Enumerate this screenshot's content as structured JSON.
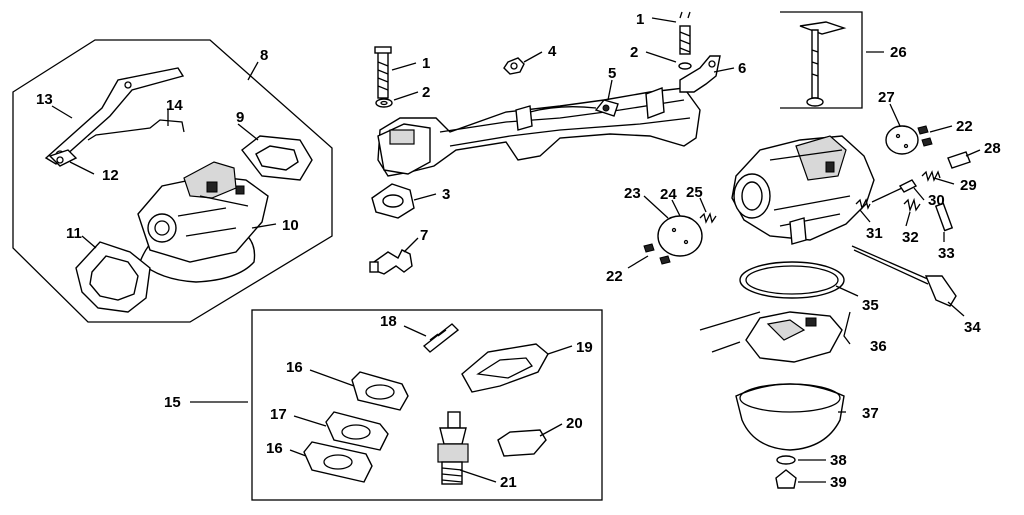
{
  "diagram": {
    "callouts": [
      {
        "id": "c8",
        "label": "8"
      },
      {
        "id": "c13",
        "label": "13"
      },
      {
        "id": "c14",
        "label": "14"
      },
      {
        "id": "c9",
        "label": "9"
      },
      {
        "id": "c12",
        "label": "12"
      },
      {
        "id": "c10",
        "label": "10"
      },
      {
        "id": "c11",
        "label": "11"
      },
      {
        "id": "c1a",
        "label": "1"
      },
      {
        "id": "c2a",
        "label": "2"
      },
      {
        "id": "c3",
        "label": "3"
      },
      {
        "id": "c7",
        "label": "7"
      },
      {
        "id": "c4",
        "label": "4"
      },
      {
        "id": "c5",
        "label": "5"
      },
      {
        "id": "c1b",
        "label": "1"
      },
      {
        "id": "c2b",
        "label": "2"
      },
      {
        "id": "c6",
        "label": "6"
      },
      {
        "id": "c26",
        "label": "26"
      },
      {
        "id": "c27",
        "label": "27"
      },
      {
        "id": "c22a",
        "label": "22"
      },
      {
        "id": "c28",
        "label": "28"
      },
      {
        "id": "c29",
        "label": "29"
      },
      {
        "id": "c30",
        "label": "30"
      },
      {
        "id": "c23",
        "label": "23"
      },
      {
        "id": "c24",
        "label": "24"
      },
      {
        "id": "c25",
        "label": "25"
      },
      {
        "id": "c22b",
        "label": "22"
      },
      {
        "id": "c31",
        "label": "31"
      },
      {
        "id": "c32",
        "label": "32"
      },
      {
        "id": "c33",
        "label": "33"
      },
      {
        "id": "c35",
        "label": "35"
      },
      {
        "id": "c34",
        "label": "34"
      },
      {
        "id": "c36",
        "label": "36"
      },
      {
        "id": "c37",
        "label": "37"
      },
      {
        "id": "c38",
        "label": "38"
      },
      {
        "id": "c39",
        "label": "39"
      },
      {
        "id": "c18",
        "label": "18"
      },
      {
        "id": "c19",
        "label": "19"
      },
      {
        "id": "c16a",
        "label": "16"
      },
      {
        "id": "c15",
        "label": "15"
      },
      {
        "id": "c17",
        "label": "17"
      },
      {
        "id": "c20",
        "label": "20"
      },
      {
        "id": "c16b",
        "label": "16"
      },
      {
        "id": "c21",
        "label": "21"
      }
    ]
  }
}
